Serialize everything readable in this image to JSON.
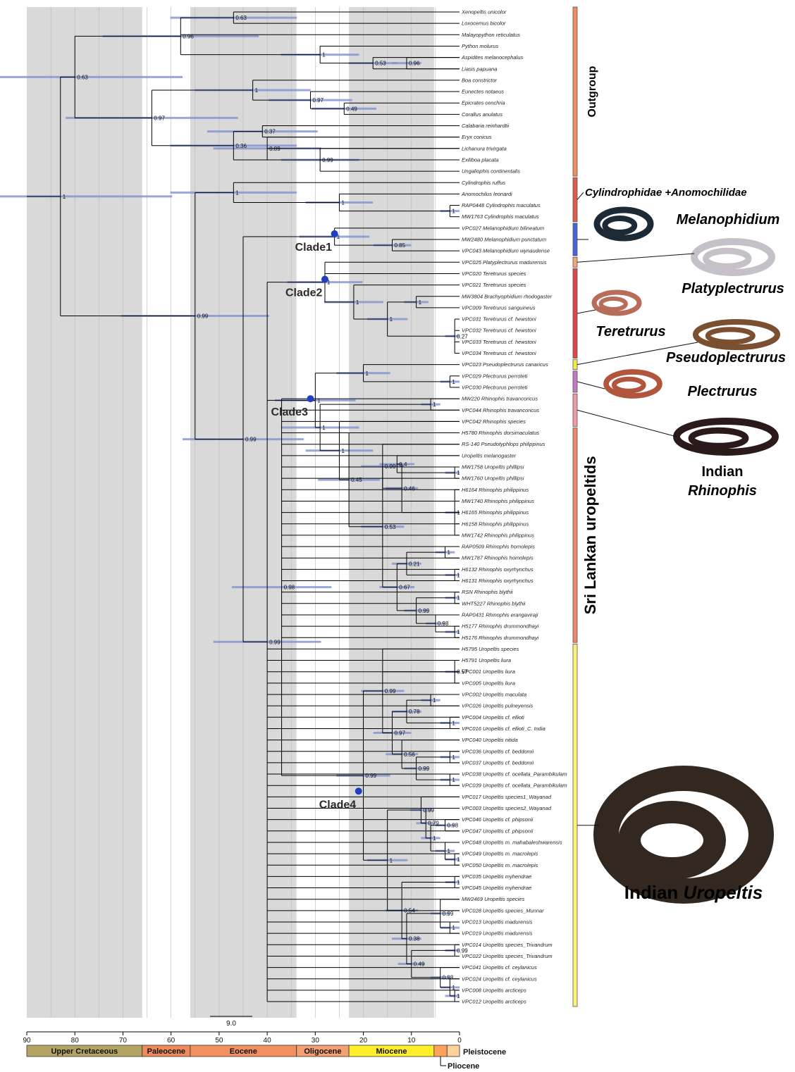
{
  "tree": {
    "taxa": [
      "Xenopeltis unicolor",
      "Loxocemus bicolor",
      "Malayopython reticulatus",
      "Python molurus",
      "Aspidites melanocephalus",
      "Liasis papuana",
      "Boa constrictor",
      "Eunectes notaeus",
      "Epicrates cenchria",
      "Corallus anulatus",
      "Calabaria reinhardtii",
      "Eryx conicus",
      "Lichanura trivirgata",
      "Exiliboa placata",
      "Ungaliophis continentalis",
      "Cylindrophis ruffus",
      "Anomochilus leonardi",
      "RAP0448 Cylindrophis maculatus",
      "MW1763 Cylindrophis maculatus",
      "VPC027 Melanophidium bilineatum",
      "MW2480 Melanophidium punctatum",
      "VPC043 Melanophidium wynaudense",
      "VPC025 Platyplectrurus madurensis",
      "VPC020 Teretrurus species",
      "VPC021 Teretrurus species",
      "MW3804 Brachyophidium rhodogaster",
      "VPC009 Teretrurus sanguineus",
      "VPC031 Teretrurus cf. hewstoni",
      "VPC032 Teretrurus cf. hewstoni",
      "VPC033 Teretrurus cf. hewstoni",
      "VPC034 Teretrurus cf. hewstoni",
      "VPC023 Pseudoplectrurus canaricus",
      "VPC029 Plectrurus perroteti",
      "VPC030 Plectrurus perroteti",
      "MW220 Rhinophis travancoricus",
      "VPC044 Rhinophis travancoricus",
      "VPC042 Rhinophis species",
      "H5780 Rhinophis dorsimaculatus",
      "RS-140 Pseudotyphlops philippinus",
      "Uropeltis melanogaster",
      "MW1758 Uropeltis phillipsi",
      "MW1760 Uropeltis phillipsi",
      "H6164 Rhinophis philippinus",
      "MW1740 Rhinophis philippinus",
      "H6165 Rhinophis philippinus",
      "H6158 Rhinophis philippinus",
      "MW1742 Rhinophis philippinus",
      "RAP0509 Rhinophis homolepis",
      "MW1787 Rhinophis homolepis",
      "H6132 Rhinophis oxyrhynchus",
      "H6131 Rhinophis oxyrhynchus",
      "RSN Rhinophis blythii",
      "WHT5227 Rhinophis blythii",
      "RAP0431 Rhinophis erangaviraji",
      "H5177 Rhinophis drummondhayi",
      "H5176 Rhinophis drummondhayi",
      "H5795 Uropeltis species",
      "H5791 Uropeltis liura",
      "VPC001 Uropeltis liura",
      "VPC005 Uropeltis liura",
      "VPC002 Uropeltis maculata",
      "VPC026 Uropeltis pulneyensis",
      "VPC004 Uropeltis cf. ellioti",
      "VPC016 Uropeltis cf. ellioti_C. India",
      "VPC040 Uropeltis nitida",
      "VPC036 Uropeltis cf. beddomii",
      "VPC037 Uropeltis cf. beddomii",
      "VPC038 Uropeltis cf. ocellata_Parambikulam",
      "VPC039 Uropeltis cf. ocellata_Parambikulam",
      "VPC017 Uropeltis species1_Wayanad",
      "VPC003 Uropeltis species2_Wayanad",
      "VPC046 Uropeltis cf. phipsonii",
      "VPC047 Uropeltis cf. phipsonii",
      "VPC048 Uropeltis m. mahabaleshwarensis",
      "VPC049 Uropeltis m. macrolepis",
      "VPC050 Uropeltis m. macrolepis",
      "VPC035 Uropeltis myhendrae",
      "VPC045 Uropeltis myhendrae",
      "MW2469 Uropeltis species",
      "VPC028 Uropeltis species_Munnar",
      "VPC013 Uropeltis madurensis",
      "VPC019 Uropeltis madurensis",
      "VPC014 Uropeltis species_Trivandrum",
      "VPC022 Uropeltis species_Trivandrum",
      "VPC041 Uropeltis cf. ceylanicus",
      "VPC024 Uropeltis cf. ceylanicus",
      "VPC008 Uropeltis arcticeps",
      "VPC012 Uropeltis arcticeps"
    ],
    "nodes": [
      {
        "age": 47,
        "first": 0,
        "last": 1,
        "support": "0.63"
      },
      {
        "age": 29,
        "first": 3,
        "last": 5,
        "support": "1"
      },
      {
        "age": 18,
        "first": 4,
        "last": 5,
        "support": "0.53"
      },
      {
        "age": 11,
        "first": 4,
        "last": 5,
        "support": "0.96"
      },
      {
        "age": 58,
        "first": 0,
        "last": 5,
        "support": "0.96"
      },
      {
        "age": 43,
        "first": 6,
        "last": 9,
        "support": "1"
      },
      {
        "age": 31,
        "first": 7,
        "last": 9,
        "support": "0.97"
      },
      {
        "age": 24,
        "first": 8,
        "last": 9,
        "support": "0.49"
      },
      {
        "age": 41,
        "first": 10,
        "last": 11,
        "support": "0.37"
      },
      {
        "age": 40,
        "first": 11,
        "last": 13,
        "support": "0.89"
      },
      {
        "age": 29,
        "first": 12,
        "last": 14,
        "support": "0.99"
      },
      {
        "age": 47,
        "first": 10,
        "last": 14,
        "support": "0.36"
      },
      {
        "age": 64,
        "first": 6,
        "last": 14,
        "support": "0.97"
      },
      {
        "age": 80,
        "first": 0,
        "last": 14,
        "support": "0.63"
      },
      {
        "age": 2,
        "first": 17,
        "last": 18,
        "support": "1"
      },
      {
        "age": 25,
        "first": 16,
        "last": 18,
        "support": "1"
      },
      {
        "age": 47,
        "first": 15,
        "last": 18,
        "support": "1"
      },
      {
        "age": 14,
        "first": 20,
        "last": 21,
        "support": "0.85"
      },
      {
        "age": 26,
        "first": 19,
        "last": 21,
        "support": "1"
      },
      {
        "age": 1,
        "first": 27,
        "last": 30,
        "support": "0.27"
      },
      {
        "age": 9,
        "first": 25,
        "last": 26,
        "support": "1"
      },
      {
        "age": 15,
        "first": 25,
        "last": 30,
        "support": "1"
      },
      {
        "age": 22,
        "first": 24,
        "last": 30,
        "support": "1"
      },
      {
        "age": 28,
        "first": 22,
        "last": 30,
        "support": "1"
      },
      {
        "age": 2,
        "first": 32,
        "last": 33,
        "support": "1"
      },
      {
        "age": 20,
        "first": 31,
        "last": 33,
        "support": "1"
      },
      {
        "age": 6,
        "first": 34,
        "last": 35,
        "support": "1"
      },
      {
        "age": 1,
        "first": 40,
        "last": 41,
        "support": "1"
      },
      {
        "age": 1,
        "first": 42,
        "last": 46,
        "support": "1"
      },
      {
        "age": 3,
        "first": 47,
        "last": 48,
        "support": "1"
      },
      {
        "age": 1,
        "first": 49,
        "last": 50,
        "support": "1"
      },
      {
        "age": 11,
        "first": 47,
        "last": 50,
        "support": "0.21"
      },
      {
        "age": 1,
        "first": 51,
        "last": 52,
        "support": "1"
      },
      {
        "age": 1,
        "first": 54,
        "last": 55,
        "support": "1"
      },
      {
        "age": 5,
        "first": 53,
        "last": 55,
        "support": "0.98"
      },
      {
        "age": 9,
        "first": 51,
        "last": 55,
        "support": "0.99"
      },
      {
        "age": 13,
        "first": 47,
        "last": 55,
        "support": "0.67"
      },
      {
        "age": 13,
        "first": 39,
        "last": 41,
        "support": "0.4"
      },
      {
        "age": 12,
        "first": 39,
        "last": 46,
        "support": "0.46"
      },
      {
        "age": 16,
        "first": 38,
        "last": 46,
        "support": "0.99"
      },
      {
        "age": 16,
        "first": 38,
        "last": 55,
        "support": "0.53"
      },
      {
        "age": 23,
        "first": 37,
        "last": 55,
        "support": "0.45"
      },
      {
        "age": 25,
        "first": 36,
        "last": 55,
        "support": "1"
      },
      {
        "age": 29,
        "first": 34,
        "last": 55,
        "support": "1"
      },
      {
        "age": 30,
        "first": 31,
        "last": 55,
        "support": "1"
      },
      {
        "age": 1,
        "first": 57,
        "last": 59,
        "support": "0.57"
      },
      {
        "age": 6,
        "first": 60,
        "last": 61,
        "support": "1"
      },
      {
        "age": 2,
        "first": 62,
        "last": 63,
        "support": "1"
      },
      {
        "age": 11,
        "first": 60,
        "last": 63,
        "support": "0.78"
      },
      {
        "age": 2,
        "first": 65,
        "last": 66,
        "support": "1"
      },
      {
        "age": 2,
        "first": 67,
        "last": 68,
        "support": "1"
      },
      {
        "age": 9,
        "first": 65,
        "last": 68,
        "support": "0.99"
      },
      {
        "age": 12,
        "first": 64,
        "last": 68,
        "support": "0.56"
      },
      {
        "age": 14,
        "first": 60,
        "last": 68,
        "support": "0.97"
      },
      {
        "age": 16,
        "first": 56,
        "last": 68,
        "support": "0.99"
      },
      {
        "age": 3,
        "first": 71,
        "last": 72,
        "support": "0.98"
      },
      {
        "age": 1,
        "first": 74,
        "last": 75,
        "support": "1"
      },
      {
        "age": 3,
        "first": 73,
        "last": 75,
        "support": "1"
      },
      {
        "age": 6,
        "first": 71,
        "last": 75,
        "support": "1"
      },
      {
        "age": 7,
        "first": 70,
        "last": 75,
        "support": "0.79"
      },
      {
        "age": 8,
        "first": 69,
        "last": 75,
        "support": "0.99"
      },
      {
        "age": 1,
        "first": 76,
        "last": 77,
        "support": "1"
      },
      {
        "age": 2,
        "first": 80,
        "last": 81,
        "support": "1"
      },
      {
        "age": 4,
        "first": 78,
        "last": 81,
        "support": "0.99"
      },
      {
        "age": 1,
        "first": 82,
        "last": 83,
        "support": "0.99"
      },
      {
        "age": 1,
        "first": 86,
        "last": 87,
        "support": "1"
      },
      {
        "age": 2,
        "first": 85,
        "last": 87,
        "support": "1"
      },
      {
        "age": 4,
        "first": 84,
        "last": 87,
        "support": "0.98"
      },
      {
        "age": 10,
        "first": 82,
        "last": 87,
        "support": "0.49"
      },
      {
        "age": 11,
        "first": 78,
        "last": 87,
        "support": "0.38"
      },
      {
        "age": 12,
        "first": 76,
        "last": 87,
        "support": "0.54"
      },
      {
        "age": 15,
        "first": 69,
        "last": 87,
        "support": "1"
      },
      {
        "age": 20,
        "first": 56,
        "last": 87,
        "support": "0.99"
      },
      {
        "age": 37,
        "first": 34,
        "last": 87,
        "support": "0.98"
      },
      {
        "age": 40,
        "first": 22,
        "last": 87,
        "support": "0.99"
      },
      {
        "age": 45,
        "first": 19,
        "last": 87,
        "support": "0.99"
      },
      {
        "age": 55,
        "first": 15,
        "last": 87,
        "support": "0.99"
      },
      {
        "age": 83,
        "first": 0,
        "last": 87,
        "support": "1"
      }
    ],
    "clades": [
      {
        "label": "Clade1",
        "age": 26,
        "row": 19.5
      },
      {
        "label": "Clade2",
        "age": 28,
        "row": 23.5
      },
      {
        "label": "Clade3",
        "age": 31,
        "row": 34
      },
      {
        "label": "Clade4",
        "age": 21,
        "row": 68.5
      }
    ],
    "scale_bar_label": "9.0"
  },
  "axis": {
    "ticks": [
      "90",
      "80",
      "70",
      "60",
      "50",
      "40",
      "30",
      "20",
      "10",
      "0"
    ]
  },
  "periods": [
    {
      "name": "Upper Cretaceous",
      "from": 90,
      "to": 66,
      "color": "#b3a463"
    },
    {
      "name": "Paleocene",
      "from": 66,
      "to": 56,
      "color": "#f08a5a"
    },
    {
      "name": "Eocene",
      "from": 56,
      "to": 33.9,
      "color": "#f39062"
    },
    {
      "name": "Oligocene",
      "from": 33.9,
      "to": 23,
      "color": "#f5a070"
    },
    {
      "name": "Miocene",
      "from": 23,
      "to": 5.3,
      "color": "#ffef2a"
    },
    {
      "name": "",
      "from": 5.3,
      "to": 2.6,
      "color": "#ffa15a"
    },
    {
      "name": "",
      "from": 2.6,
      "to": 0,
      "color": "#fbd39a"
    }
  ],
  "period_labels": {
    "pleistocene": "Pleistocene",
    "pliocene": "Pliocene"
  },
  "groups": [
    {
      "label": "Outgroup",
      "first": 0,
      "last": 14,
      "color": "#f28b62",
      "orientation": "vertical"
    },
    {
      "label": "Cylindrophidae +Anomochilidae",
      "first": 15,
      "last": 18,
      "color": "#e05a4e",
      "orientation": "horizontal"
    },
    {
      "label": "",
      "first": 19,
      "last": 21,
      "color": "#4a63d8",
      "orientation": "none"
    },
    {
      "label": "",
      "first": 22,
      "last": 22,
      "color": "#f3a67a",
      "orientation": "none"
    },
    {
      "label": "",
      "first": 23,
      "last": 30,
      "color": "#e0474c",
      "orientation": "none"
    },
    {
      "label": "",
      "first": 31,
      "last": 31,
      "color": "#f3ea52",
      "orientation": "none"
    },
    {
      "label": "",
      "first": 32,
      "last": 33,
      "color": "#c47ac0",
      "orientation": "none"
    },
    {
      "label": "",
      "first": 34,
      "last": 36,
      "color": "#f29aa4",
      "orientation": "none"
    },
    {
      "label": "Sri Lankan uropeltids",
      "first": 37,
      "last": 55,
      "color": "#f0876a",
      "orientation": "vertical"
    },
    {
      "label": "",
      "first": 56,
      "last": 87,
      "color": "#fbf07a",
      "orientation": "none"
    }
  ],
  "photo_labels": [
    {
      "key": "melanophidium",
      "text": "Melanophidium",
      "italic": true
    },
    {
      "key": "platyplectrurus",
      "text": "Platyplectrurus",
      "italic": true
    },
    {
      "key": "teretrurus",
      "text": "Teretrurus",
      "italic": true
    },
    {
      "key": "pseudoplectrurus",
      "text": "Pseudoplectrurus",
      "italic": true
    },
    {
      "key": "plectrurus",
      "text": "Plectrurus",
      "italic": true
    },
    {
      "key": "rhinophis1",
      "text": "Indian",
      "italic": false
    },
    {
      "key": "rhinophis2",
      "text": "Rhinophis",
      "italic": true
    },
    {
      "key": "uropeltis",
      "text": "Indian ",
      "italic": false
    },
    {
      "key": "uropeltis2",
      "text": "Uropeltis",
      "italic": true
    }
  ],
  "colors": {
    "band": "#d9d9d9",
    "hpd": "#8092d0",
    "branch": "#000000",
    "node_dot": "#1f3fbf"
  }
}
